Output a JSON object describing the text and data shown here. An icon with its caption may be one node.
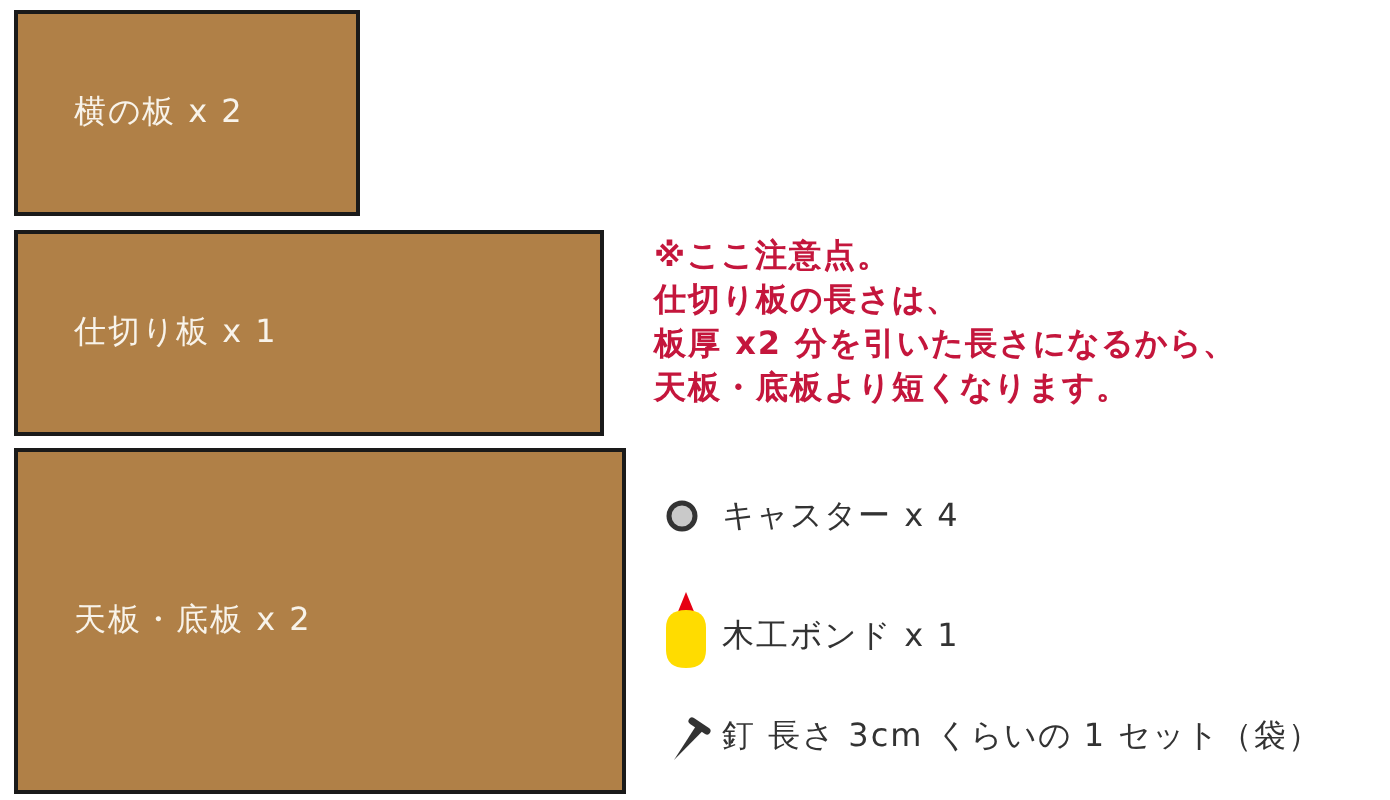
{
  "diagram": {
    "nodes": [
      {
        "text": [
          "横の板 x 2"
        ]
      },
      {
        "text": [
          "仕切り板 x 1"
        ],
        "beside": [
          "※ここ注意点。仕切り板の長さは、板厚 x2 分を引いた長さになるから、天板・底板より短くなります。"
        ]
      },
      {
        "text": [
          "天板・底板 x 2"
        ]
      }
    ],
    "labels": [
      "キャスター x 4",
      "木工ボンド x 1",
      "釘 長さ 3cm くらいの 1 セット（袋）"
    ]
  }
}
